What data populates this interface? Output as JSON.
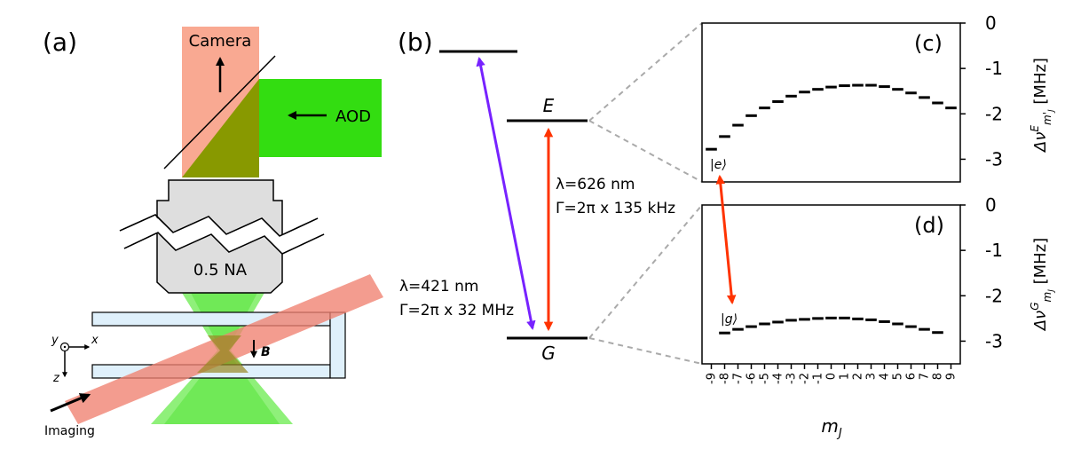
{
  "panel_a": {
    "label": "(a)",
    "camera": "Camera",
    "aod": "AOD",
    "objective": "0.5 NA",
    "imaging": "Imaging",
    "field_label": "B",
    "axis_x": "x",
    "axis_y": "y",
    "axis_z": "z",
    "colors": {
      "camera_beam": "#f9a992",
      "aod_beam": "#33dd11",
      "overlap": "#889900",
      "imaging_beam": "#f08070",
      "cell": "#dff0fb",
      "objective": "#dedede"
    },
    "icons": [
      "up-arrow-icon",
      "left-arrow-icon",
      "down-arrow-icon",
      "coordinate-axes-icon"
    ]
  },
  "panel_b": {
    "label": "(b)",
    "level_E": "E",
    "level_G": "G",
    "red_transition": {
      "wavelength": "λ=626 nm",
      "linewidth": "Γ=2π x 135 kHz",
      "color": "#ff3300"
    },
    "blue_transition": {
      "wavelength": "λ=421 nm",
      "linewidth": "Γ=2π x 32 MHz",
      "color": "#7722ff"
    }
  },
  "panel_c": {
    "label": "(c)",
    "state_label": "|e⟩"
  },
  "panel_d": {
    "label": "(d)",
    "state_label": "|g⟩"
  },
  "chart_data": [
    {
      "type": "scatter",
      "panel": "(c)",
      "marker": "horizontal-dash",
      "x": [
        -9,
        -8,
        -7,
        -6,
        -5,
        -4,
        -3,
        -2,
        -1,
        0,
        1,
        2,
        3,
        4,
        5,
        6,
        7,
        8,
        9
      ],
      "y": [
        -2.78,
        -2.5,
        -2.25,
        -2.04,
        -1.87,
        -1.73,
        -1.61,
        -1.52,
        -1.46,
        -1.41,
        -1.38,
        -1.37,
        -1.37,
        -1.4,
        -1.46,
        -1.54,
        -1.64,
        -1.76,
        -1.87
      ],
      "ylabel": "Δν^E_{m'_J} [MHz]",
      "ylim": [
        -3.5,
        0
      ],
      "yticks": [
        "0",
        "-1",
        "-2",
        "-3"
      ],
      "xlim": [
        -9.7,
        9.7
      ]
    },
    {
      "type": "scatter",
      "panel": "(d)",
      "marker": "horizontal-dash",
      "x": [
        -8,
        -7,
        -6,
        -5,
        -4,
        -3,
        -2,
        -1,
        0,
        1,
        2,
        3,
        4,
        5,
        6,
        7,
        8
      ],
      "y": [
        -2.82,
        -2.74,
        -2.68,
        -2.62,
        -2.58,
        -2.54,
        -2.52,
        -2.5,
        -2.49,
        -2.49,
        -2.51,
        -2.53,
        -2.57,
        -2.62,
        -2.68,
        -2.74,
        -2.81
      ],
      "xlabel": "m_J",
      "xticks": [
        "-9",
        "-8",
        "-7",
        "-6",
        "-5",
        "-4",
        "-3",
        "-2",
        "-1",
        "0",
        "1",
        "2",
        "3",
        "4",
        "5",
        "6",
        "7",
        "8",
        "9"
      ],
      "ylabel": "Δν^G_{m_J} [MHz]",
      "ylim": [
        -3.5,
        0
      ],
      "yticks": [
        "0",
        "-1",
        "-2",
        "-3"
      ],
      "xlim": [
        -9.7,
        9.7
      ]
    }
  ]
}
